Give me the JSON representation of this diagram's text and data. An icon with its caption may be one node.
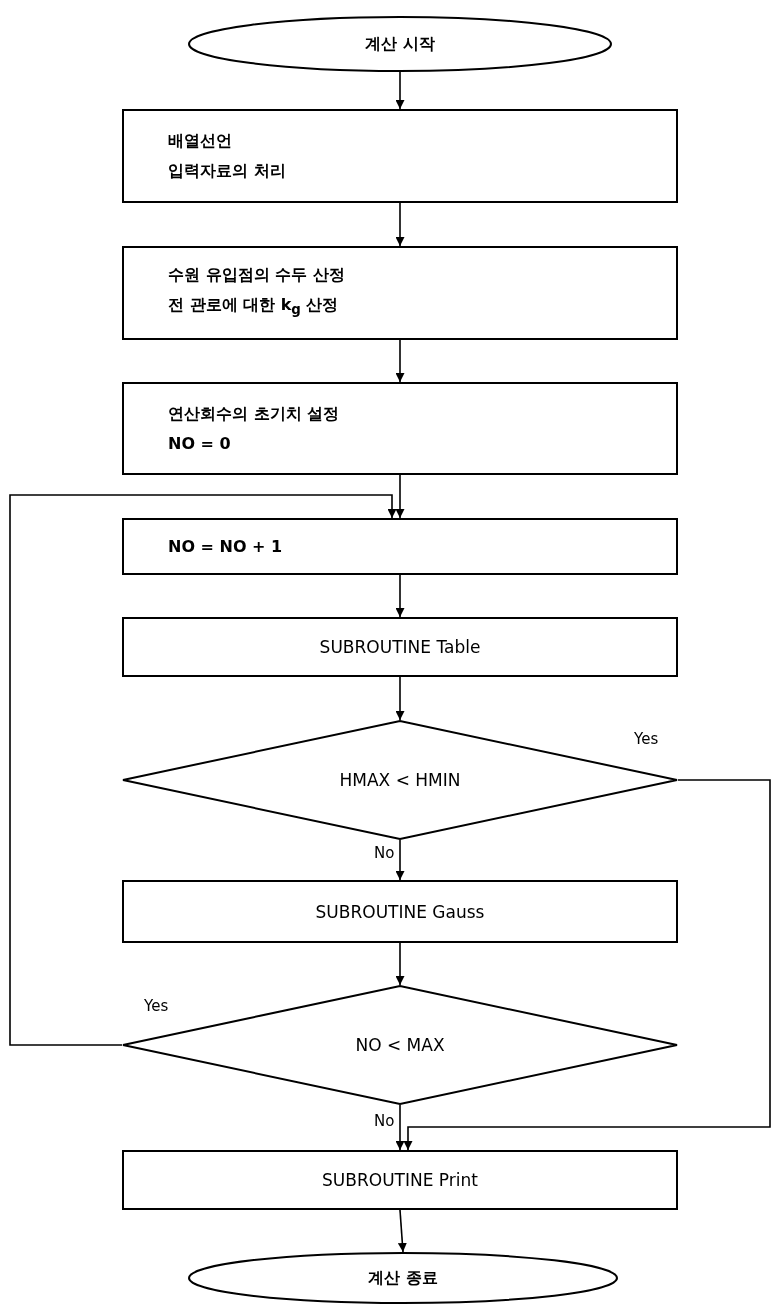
{
  "diagram": {
    "nodes": [
      {
        "text": [
          "계산 시작"
        ]
      },
      {
        "text": [
          "배열선언",
          "입력자료의 처리"
        ]
      },
      {
        "text": [
          "수원 유입점의 수두 산정",
          "전 관로에 대한 k$_{g}$ 산정"
        ]
      },
      {
        "text": [
          "연산회수의 초기치 설정",
          "NO = 0"
        ]
      },
      {
        "text": [
          "NO = NO + 1"
        ]
      },
      {
        "text": [
          "SUBROUTINE Table"
        ]
      },
      {
        "text": [
          "HMAX < HMIN"
        ]
      },
      {
        "text": [
          "SUBROUTINE Gauss"
        ]
      },
      {
        "text": [
          "NO < MAX"
        ]
      },
      {
        "text": [
          "SUBROUTINE Print"
        ]
      },
      {
        "text": [
          "계산 종료"
        ]
      }
    ],
    "edges": [
      {
        "from": 0,
        "to": 1,
        "arrow": "to"
      },
      {
        "from": 1,
        "to": 2,
        "arrow": "to"
      },
      {
        "from": 2,
        "to": 3,
        "arrow": "to"
      },
      {
        "from": 3,
        "to": 4,
        "arrow": "to"
      },
      {
        "from": 4,
        "to": 5,
        "arrow": "to"
      },
      {
        "from": 5,
        "to": 6,
        "arrow": "to"
      },
      {
        "from": 6,
        "to": 7,
        "arrow": "to",
        "label": "No"
      },
      {
        "from": 7,
        "to": 8,
        "arrow": "to"
      },
      {
        "from": 8,
        "to": 4,
        "arrow": "to",
        "label": "Yes"
      },
      {
        "from": 8,
        "to": 9,
        "arrow": "to",
        "label": "No"
      },
      {
        "from": 6,
        "to": 9,
        "arrow": "to",
        "label": "Yes"
      },
      {
        "from": 9,
        "to": 10,
        "arrow": "to"
      }
    ]
  }
}
